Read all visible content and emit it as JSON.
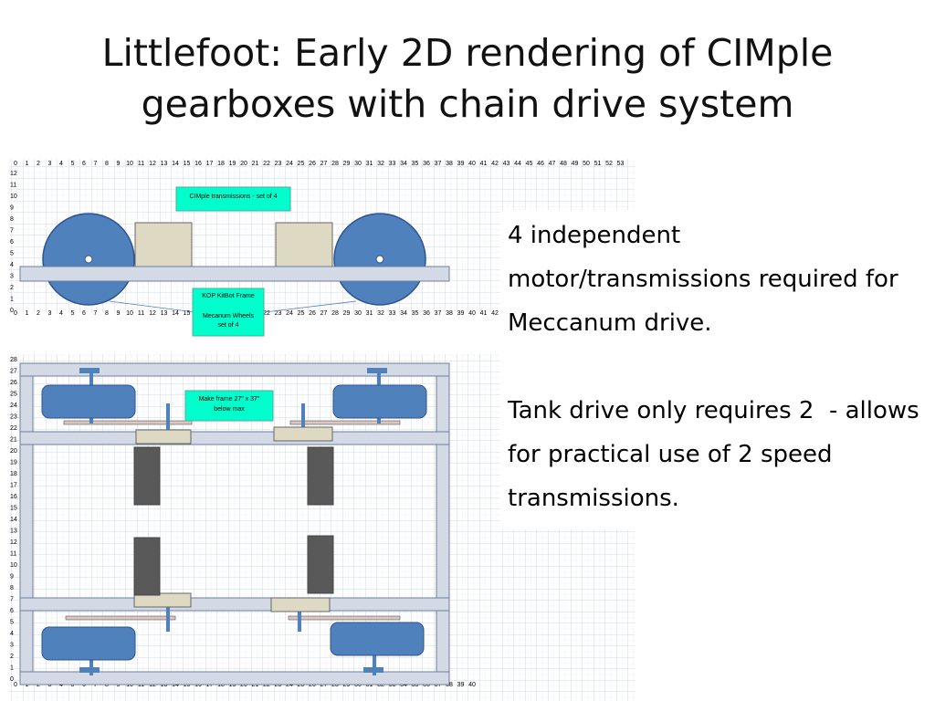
{
  "slide": {
    "title_line1": "Littlefoot: Early 2D rendering of CIMple",
    "title_line2": "gearboxes with chain drive system"
  },
  "side_view": {
    "x_ticks": [
      "0",
      "1",
      "2",
      "3",
      "4",
      "5",
      "6",
      "7",
      "8",
      "9",
      "10",
      "11",
      "12",
      "13",
      "14",
      "15",
      "16",
      "17",
      "18",
      "19",
      "20",
      "21",
      "22",
      "23",
      "24",
      "25",
      "26",
      "27",
      "28",
      "29",
      "30",
      "31",
      "32",
      "33",
      "34",
      "35",
      "36",
      "37",
      "38",
      "39",
      "40",
      "41",
      "42",
      "43",
      "44",
      "45",
      "46",
      "47",
      "48",
      "49",
      "50",
      "51",
      "52",
      "53"
    ],
    "y_ticks": [
      "12",
      "11",
      "10",
      "9",
      "8",
      "7",
      "6",
      "5",
      "4",
      "3",
      "2",
      "1",
      "0"
    ],
    "label_transmissions": "CIMple transmissions - set of 4",
    "label_frame": "KOP KitBot Frame",
    "label_wheels_line1": "Mecanum Wheels",
    "label_wheels_line2": "set of 4"
  },
  "top_view": {
    "y_ticks": [
      "28",
      "27",
      "26",
      "25",
      "24",
      "23",
      "22",
      "21",
      "20",
      "19",
      "18",
      "17",
      "16",
      "15",
      "14",
      "13",
      "12",
      "11",
      "10",
      "9",
      "8",
      "7",
      "6",
      "5",
      "4",
      "3",
      "2",
      "1",
      "0"
    ],
    "x_ticks": [
      "0",
      "1",
      "2",
      "3",
      "4",
      "5",
      "6",
      "7",
      "8",
      "9",
      "10",
      "11",
      "12",
      "13",
      "14",
      "15",
      "16",
      "17",
      "18",
      "19",
      "20",
      "21",
      "22",
      "23",
      "24",
      "25",
      "26",
      "27",
      "28",
      "29",
      "30",
      "31",
      "32",
      "33",
      "34",
      "35",
      "36",
      "37",
      "38",
      "39",
      "40"
    ],
    "label_frame_size_line1": "Make frame 27\" x 37\"",
    "label_frame_size_line2": "below max"
  },
  "body_text": {
    "paragraph1": "4 independent motor/transmissions required for Meccanum drive.",
    "paragraph2": "Tank drive only requires 2  - allows for practical use of 2 speed transmissions."
  },
  "colors": {
    "wheel_blue": "#4f81bd",
    "frame_gray": "#d3dae6",
    "transmission_tan": "#ddd9c3",
    "callout_cyan": "#00ffcc",
    "motor_dark": "#595959",
    "grid_line": "#c9d3e3"
  }
}
